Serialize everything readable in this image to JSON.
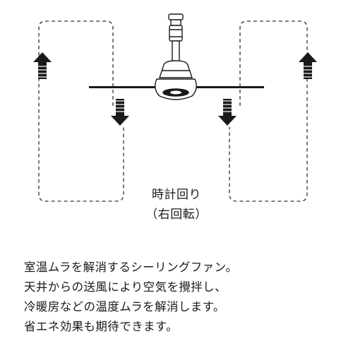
{
  "diagram": {
    "rotation_label_line1": "時計回り",
    "rotation_label_line2": "（右回転）",
    "icons": [
      "ceiling-fan-icon",
      "arrow-up-icon",
      "arrow-down-icon"
    ],
    "colors": {
      "line": "#1a1a1a",
      "dashed": "#333333",
      "background": "#ffffff"
    }
  },
  "description": [
    "室温ムラを解消するシーリングファン。",
    "天井からの送風により空気を攪拌し、",
    "冷暖房などの温度ムラを解消します。",
    "省エネ効果も期待できます。"
  ]
}
